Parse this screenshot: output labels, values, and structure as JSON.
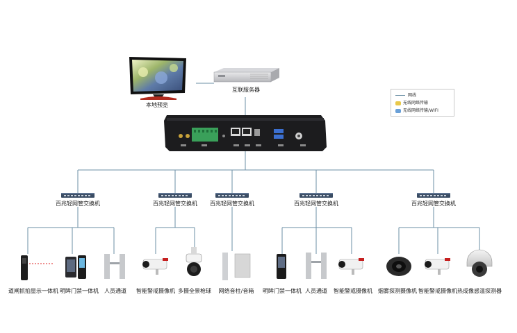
{
  "labels": {
    "local_preview": "本地预览",
    "server": "互联服务器"
  },
  "legend": {
    "wired": "网线",
    "wireless": "无线网络传输",
    "wifi": "无线网络传输/WIFI"
  },
  "switches": [
    "百兆轻网管交换机",
    "百兆轻网管交换机",
    "百兆轻网管交换机",
    "百兆轻网管交换机",
    "百兆轻网管交换机"
  ],
  "devices": [
    "道闸抓拍显示一体机",
    "明眸门禁一体机",
    "人员通道",
    "智能警戒摄像机",
    "多摄全景枪球",
    "网络音柱/音箱",
    "明眸门禁一体机",
    "人员通道",
    "智能警戒摄像机",
    "烟雾探测摄像机",
    "智能警戒摄像机",
    "热成像感温探测器"
  ],
  "colors": {
    "line": "#6b8fa5",
    "nvr_body": "#1c1c1e",
    "switch_body": "#3a4c63"
  }
}
